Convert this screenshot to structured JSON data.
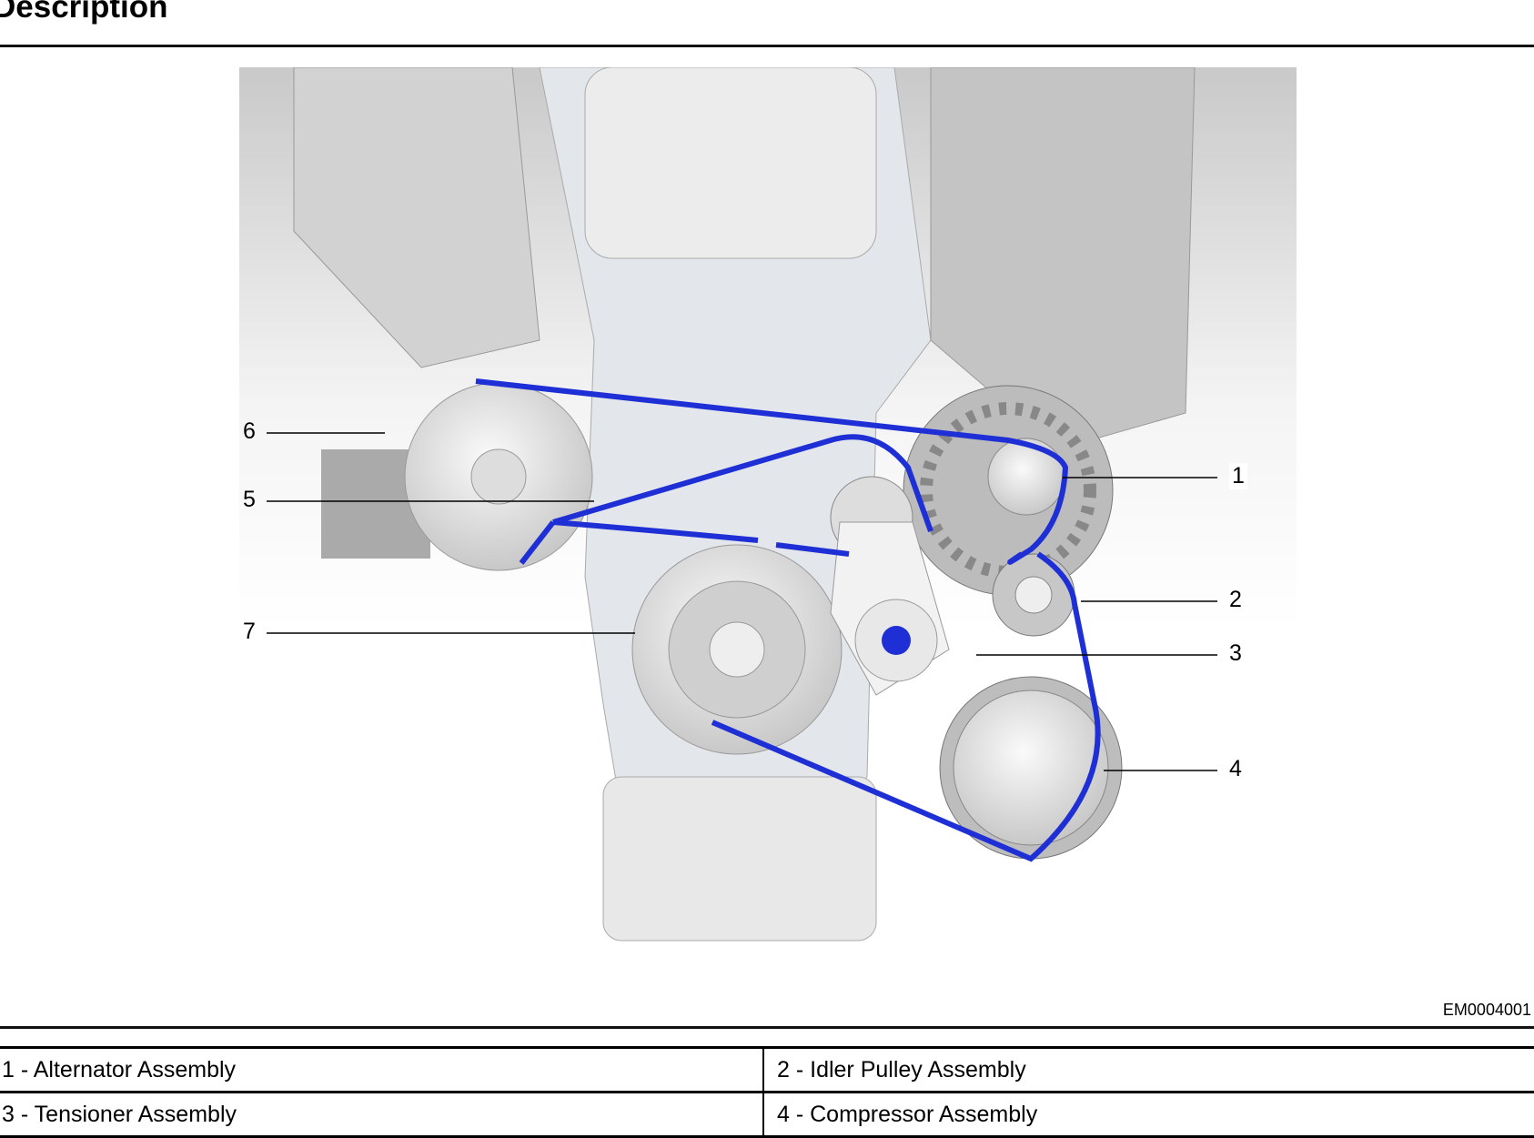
{
  "heading": "Description",
  "figure": {
    "id": "EM0004001",
    "callouts": [
      "1",
      "2",
      "3",
      "4",
      "5",
      "6",
      "7"
    ],
    "belt_color": "#1f2fd6"
  },
  "legend": [
    [
      "1 - Alternator Assembly",
      "2 - Idler Pulley Assembly"
    ],
    [
      "3 - Tensioner Assembly",
      "4 - Compressor Assembly"
    ]
  ]
}
